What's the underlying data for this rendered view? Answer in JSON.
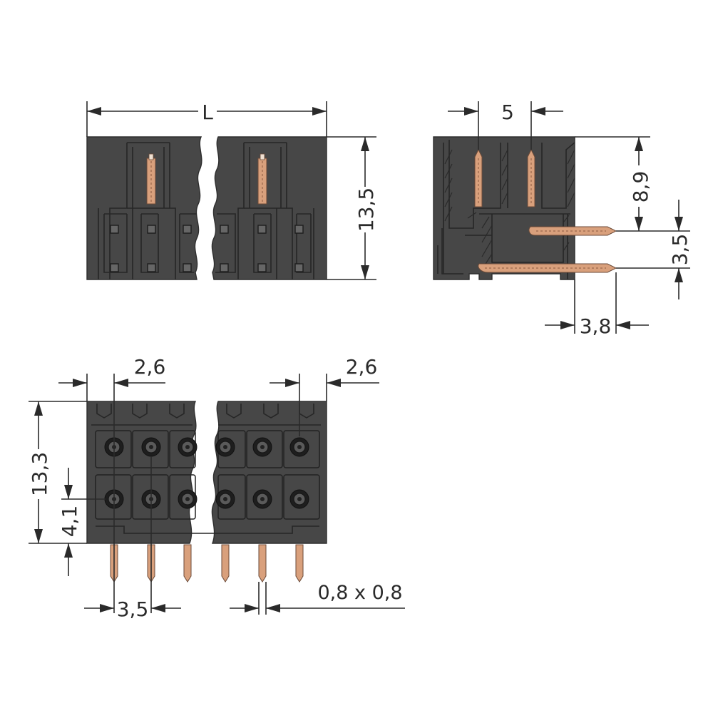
{
  "dimensions": {
    "length": "L",
    "height_front": "13,5",
    "pitch": "5",
    "upper_pin_height": "8,9",
    "row_spacing": "3,5",
    "pin_protrusion": "3,8",
    "edge_offset_left": "2,6",
    "edge_offset_right": "2,6",
    "height_bottom": "13,3",
    "pin_offset_bottom": "4,1",
    "pin_pitch_bottom": "3,5",
    "pin_section": "0,8 x 0,8"
  }
}
